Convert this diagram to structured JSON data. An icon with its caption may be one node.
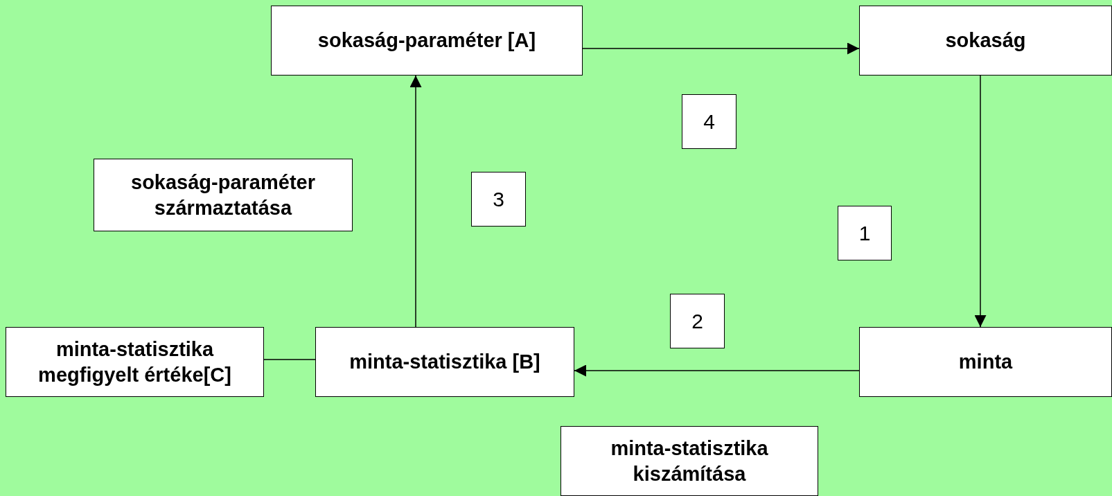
{
  "diagram": {
    "nodes": [
      {
        "text": [
          "sokaság-paraméter [A]"
        ]
      },
      {
        "text": [
          "sokaság"
        ]
      },
      {
        "text": [
          "4"
        ]
      },
      {
        "text": [
          "sokaság-paraméter származtatása"
        ]
      },
      {
        "text": [
          "3"
        ]
      },
      {
        "text": [
          "1"
        ]
      },
      {
        "text": [
          "2"
        ]
      },
      {
        "text": [
          "minta-statisztika megfigyelt értéke[C]"
        ]
      },
      {
        "text": [
          "minta-statisztika [B]"
        ]
      },
      {
        "text": [
          "minta"
        ]
      },
      {
        "text": [
          "minta-statisztika kiszámítása"
        ]
      }
    ],
    "edges": [
      {
        "from": 0,
        "to": 1,
        "arrow": "to"
      },
      {
        "from": 1,
        "to": 9,
        "arrow": "to"
      },
      {
        "from": 9,
        "to": 8,
        "arrow": "to"
      },
      {
        "from": 8,
        "to": 0,
        "arrow": "to"
      },
      {
        "from": 7,
        "to": 8,
        "arrow": "none"
      }
    ]
  }
}
